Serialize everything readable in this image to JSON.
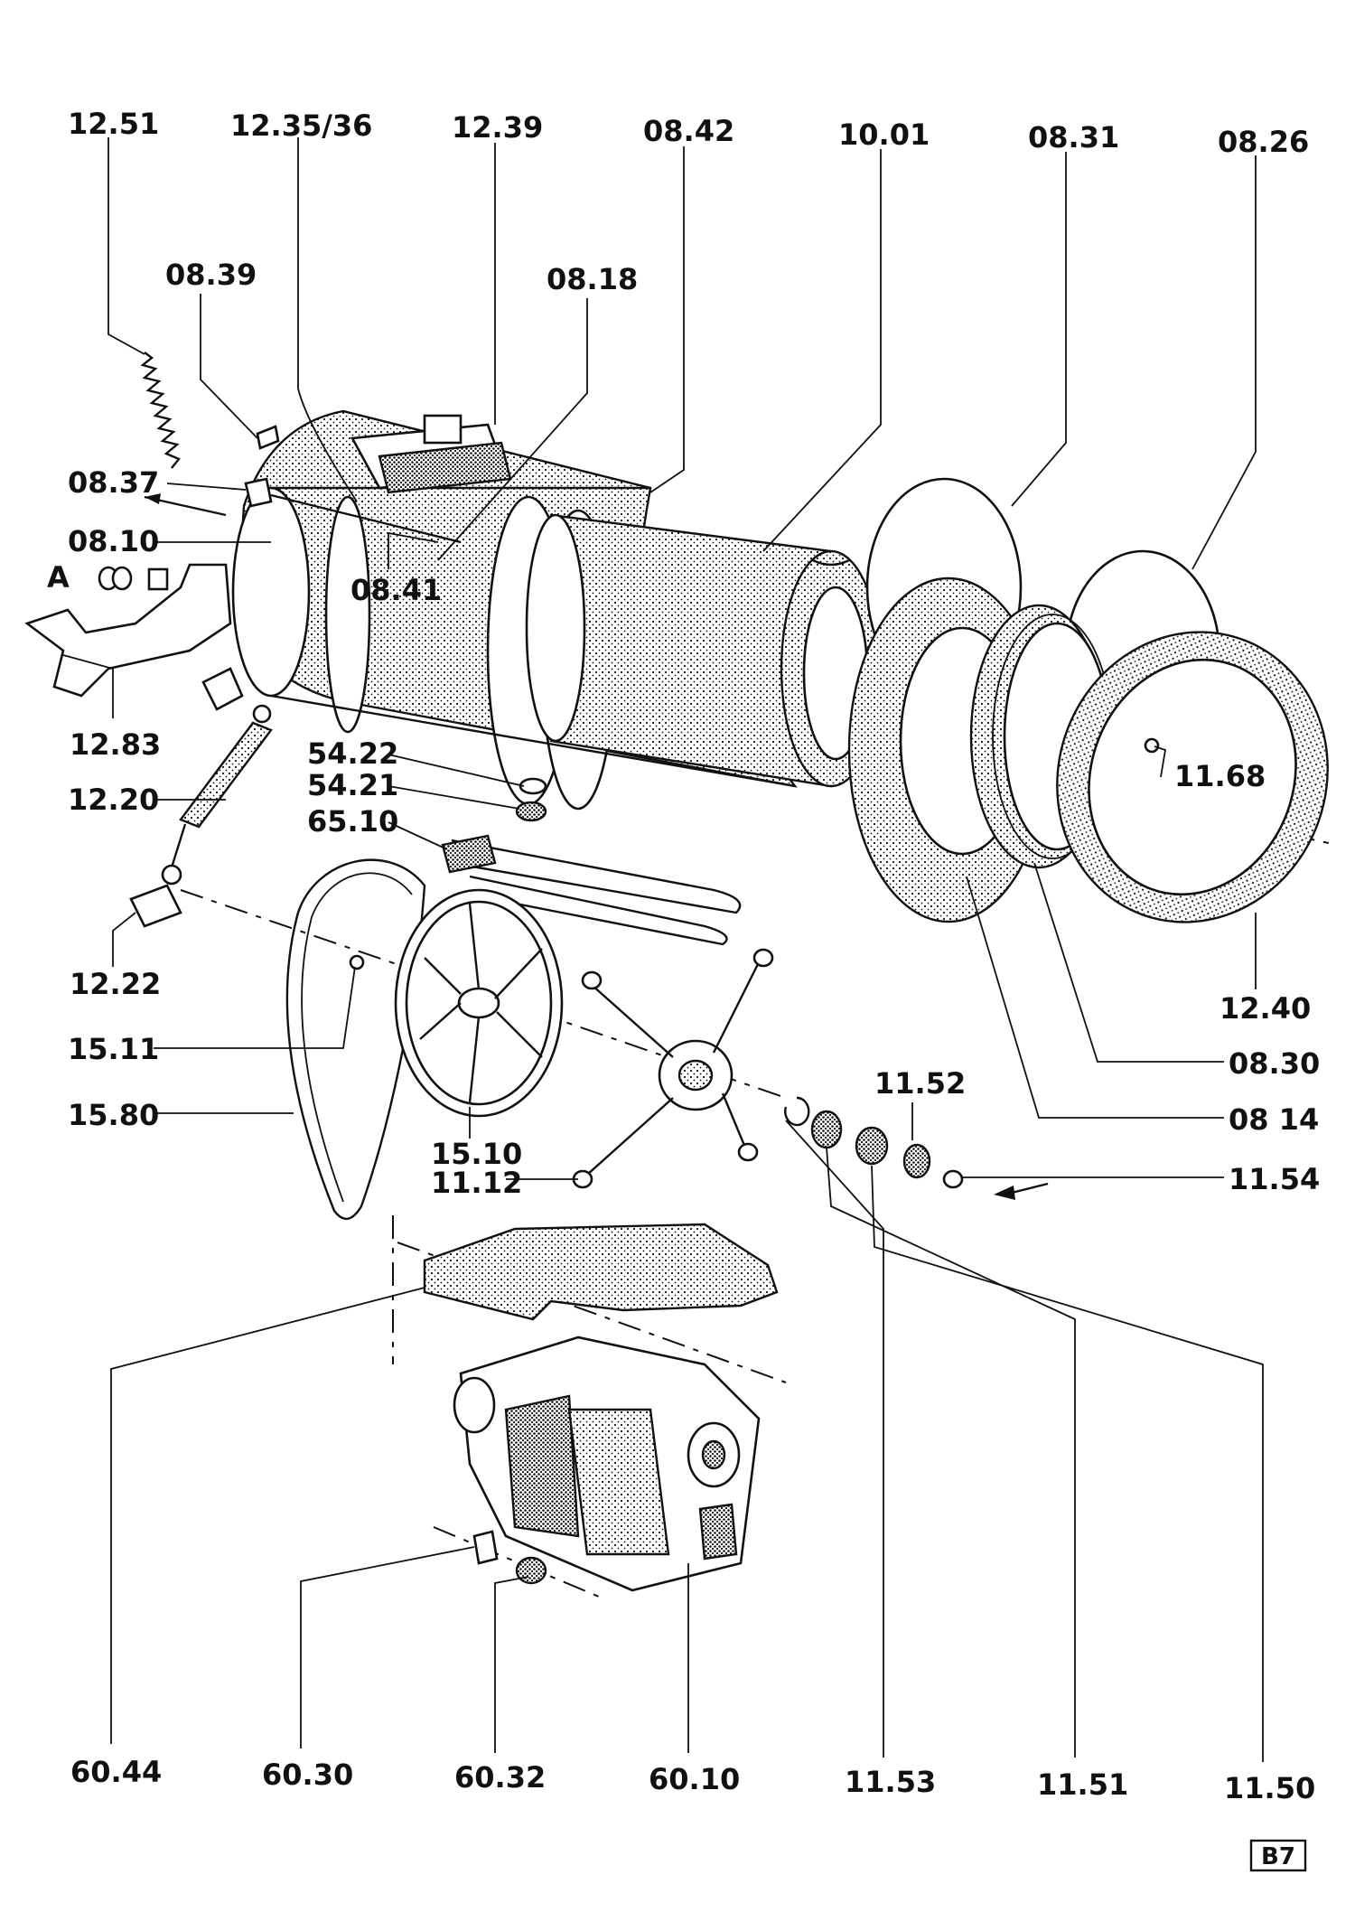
{
  "labels": {
    "l_1251": "12.51",
    "l_123536": "12.35/36",
    "l_1239": "12.39",
    "l_0842": "08.42",
    "l_1001": "10.01",
    "l_0831": "08.31",
    "l_0826": "08.26",
    "l_0839": "08.39",
    "l_0818": "08.18",
    "l_0837": "08.37",
    "l_0810": "08.10",
    "l_A": "A",
    "l_0841": "08.41",
    "l_1283": "12.83",
    "l_5422": "54.22",
    "l_5421": "54.21",
    "l_1220": "12.20",
    "l_6510": "65.10",
    "l_1168": "11.68",
    "l_1222": "12.22",
    "l_1240": "12.40",
    "l_1511": "15.11",
    "l_0830": "08.30",
    "l_1152": "11.52",
    "l_1580": "15.80",
    "l_0814": "08 14",
    "l_1510": "15.10",
    "l_1112": "11.12",
    "l_1154": "11.54",
    "l_6044": "60.44",
    "l_6030": "60.30",
    "l_6032": "60.32",
    "l_6010": "60.10",
    "l_1153": "11.53",
    "l_1151": "11.51",
    "l_1150": "11.50"
  },
  "page_code": "B7",
  "colors": {
    "ink": "#111111",
    "paper": "#ffffff"
  }
}
